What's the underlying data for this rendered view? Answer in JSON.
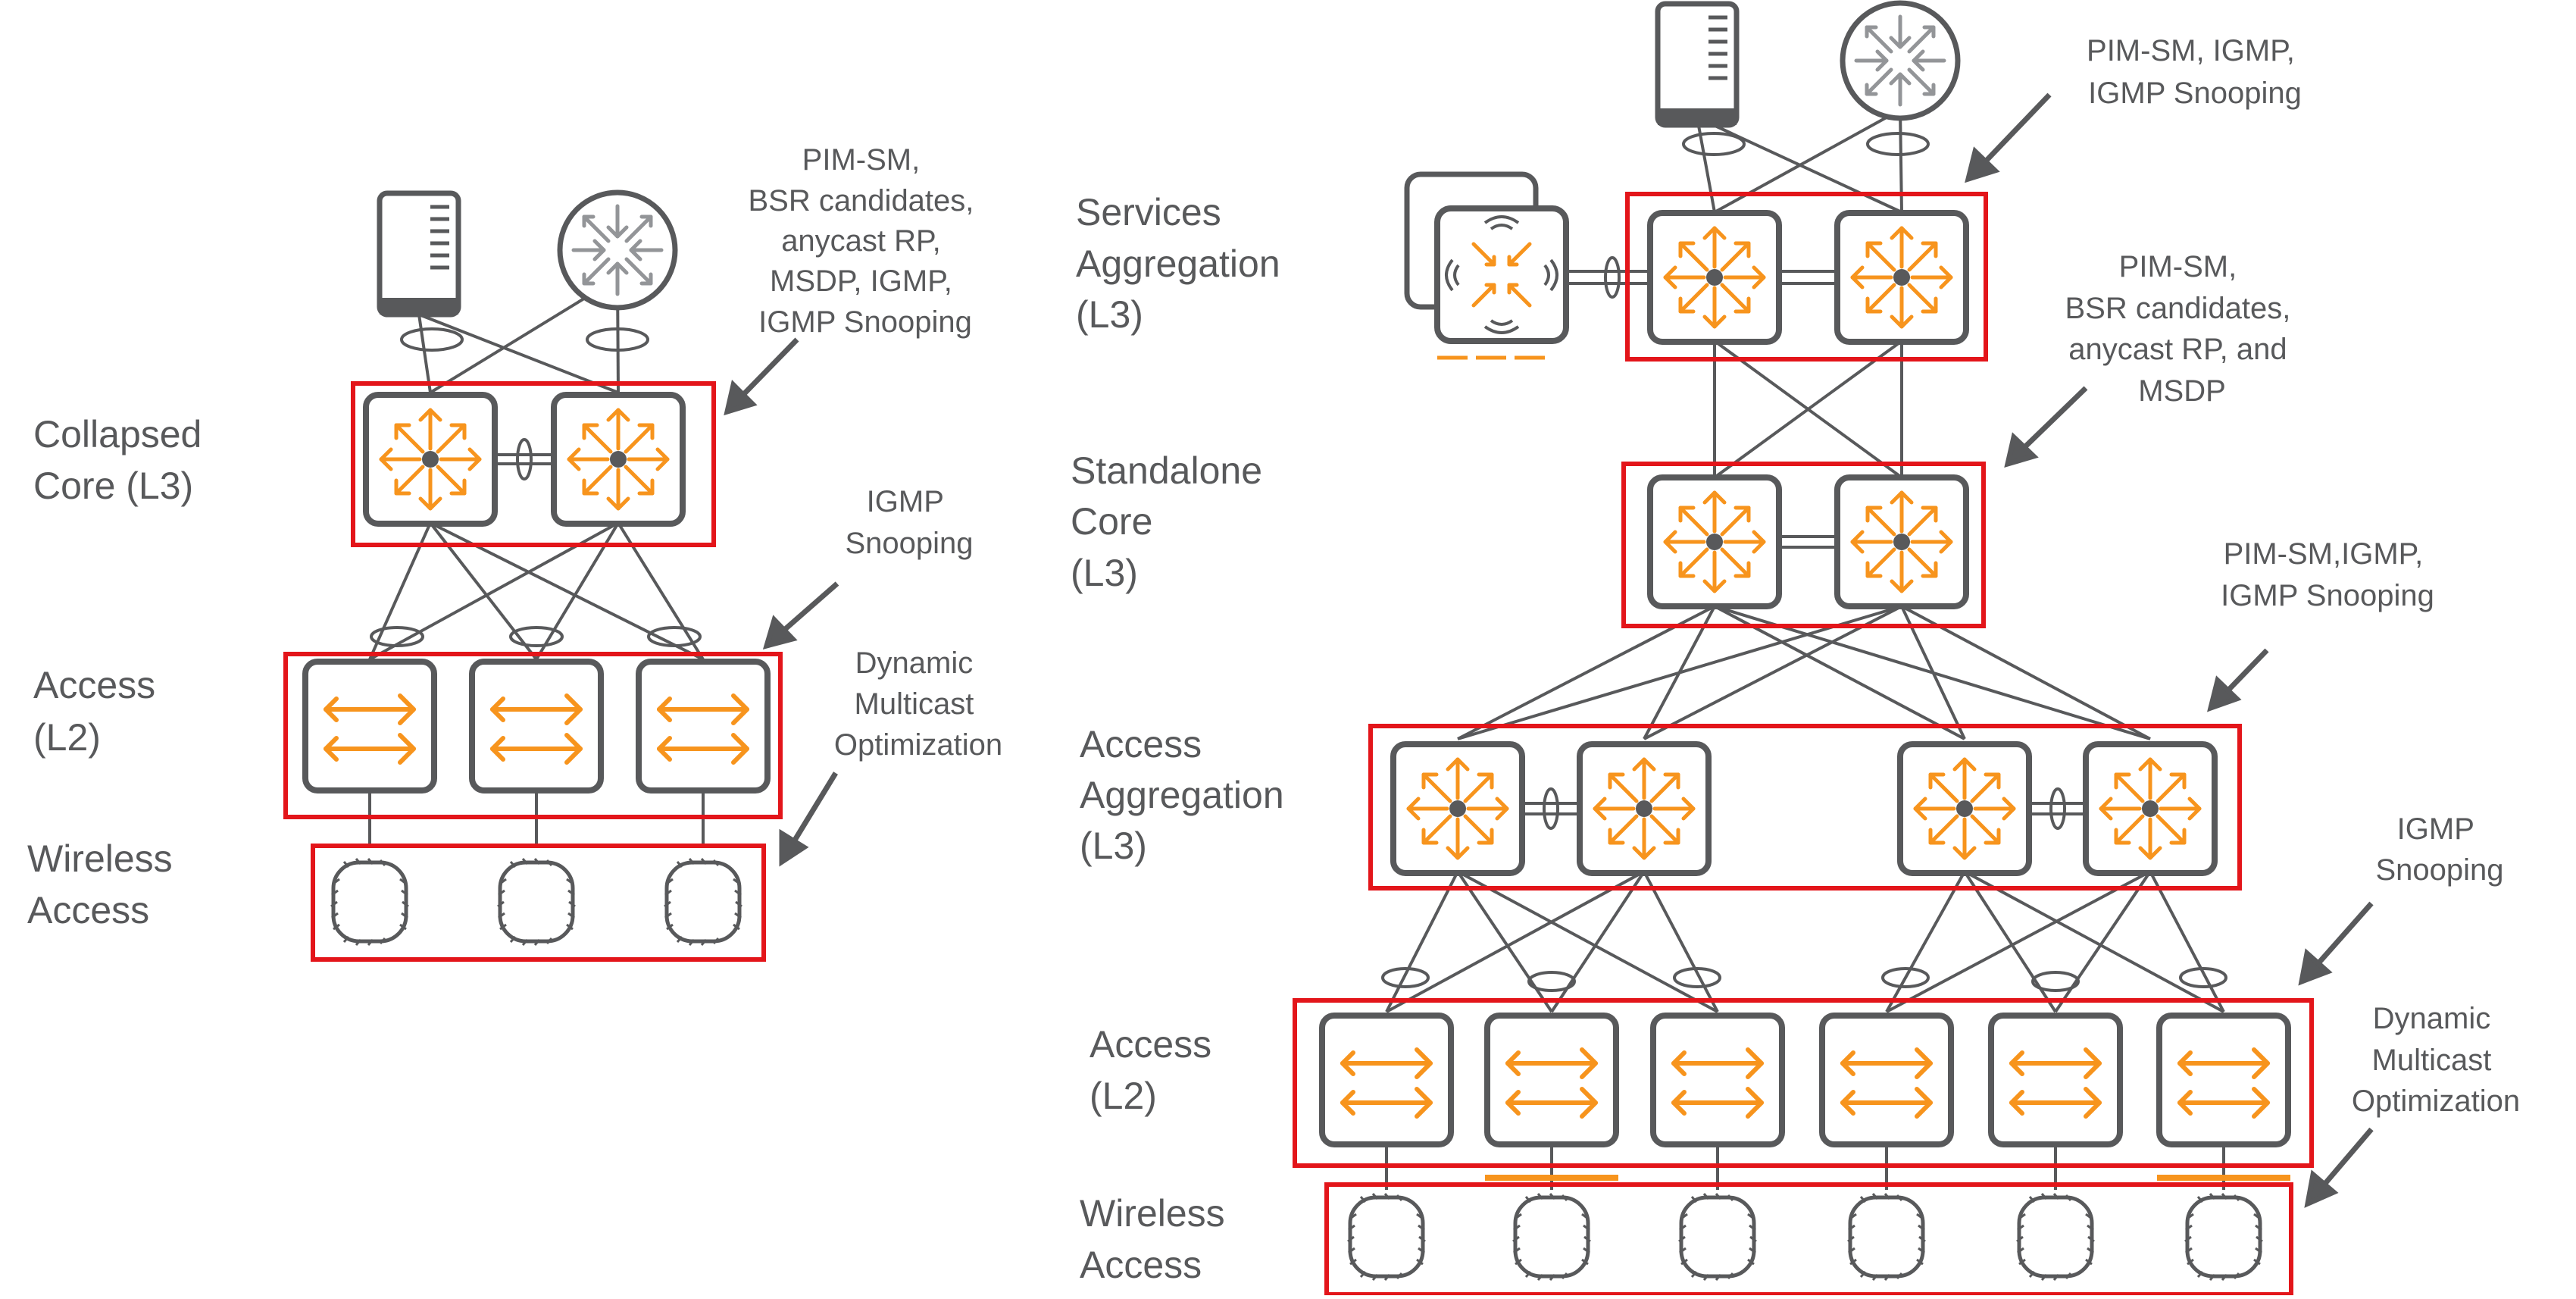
{
  "colors": {
    "box": "#e3151a",
    "device": "#58595b",
    "accent": "#f7941d",
    "text": "#58595b"
  },
  "left": {
    "tiers": {
      "core": [
        "Collapsed",
        "Core (L3)"
      ],
      "access": [
        "Access",
        "(L2)"
      ],
      "wireless": [
        "Wireless",
        "Access"
      ]
    },
    "notes": {
      "core": [
        "PIM-SM,",
        "BSR candidates,",
        "anycast RP,",
        "MSDP, IGMP,",
        "IGMP Snooping"
      ],
      "access": [
        "IGMP",
        "Snooping"
      ],
      "wireless": [
        "Dynamic",
        "Multicast",
        "Optimization"
      ]
    }
  },
  "right": {
    "tiers": {
      "services": [
        "Services",
        "Aggregation",
        "(L3)"
      ],
      "core": [
        "Standalone",
        "Core",
        "(L3)"
      ],
      "aggregation": [
        "Access",
        "Aggregation",
        "(L3)"
      ],
      "access": [
        "Access",
        "(L2)"
      ],
      "wireless": [
        "Wireless",
        "Access"
      ]
    },
    "notes": {
      "services": [
        "PIM-SM, IGMP,",
        "IGMP Snooping"
      ],
      "core": [
        "PIM-SM,",
        "BSR candidates,",
        "anycast RP, and",
        "MSDP"
      ],
      "aggregation": [
        "PIM-SM,IGMP,",
        "IGMP Snooping"
      ],
      "access": [
        "IGMP",
        "Snooping"
      ],
      "wireless": [
        "Dynamic",
        "Multicast",
        "Optimization"
      ]
    }
  },
  "icons": {
    "server": "server-icon",
    "router": "router-icon",
    "l3_switch": "l3-switch-icon",
    "l2_switch": "l2-switch-icon",
    "access_point": "access-point-icon",
    "wireless_controller": "wireless-controller-icon",
    "arrow": "pointer-arrow-icon"
  }
}
